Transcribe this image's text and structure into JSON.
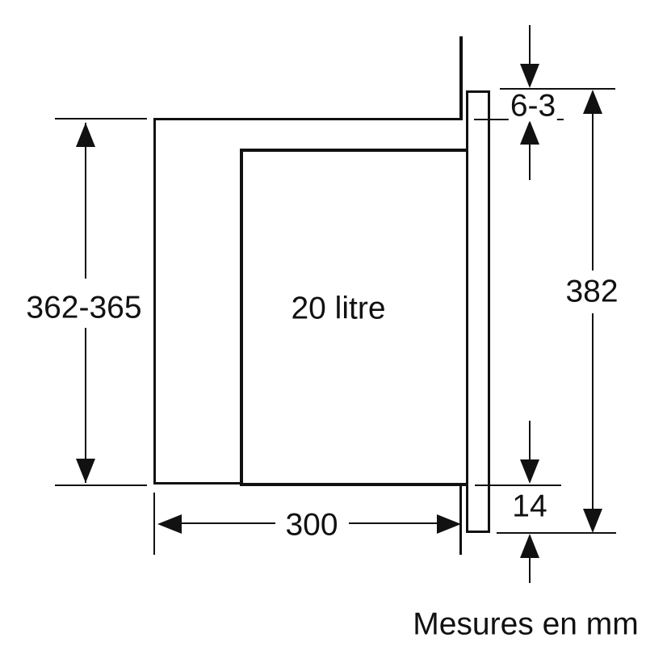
{
  "colors": {
    "ink": "#111111",
    "background": "#ffffff"
  },
  "appliance": {
    "capacity_label": "20 litre"
  },
  "dimensions": {
    "niche_height_mm": "362-365",
    "top_overlap_mm": "6-3",
    "front_frame_height_mm": "382",
    "bottom_overlap_mm": "14",
    "niche_depth_mm": "300"
  },
  "footer": {
    "units_note": "Mesures en mm"
  }
}
